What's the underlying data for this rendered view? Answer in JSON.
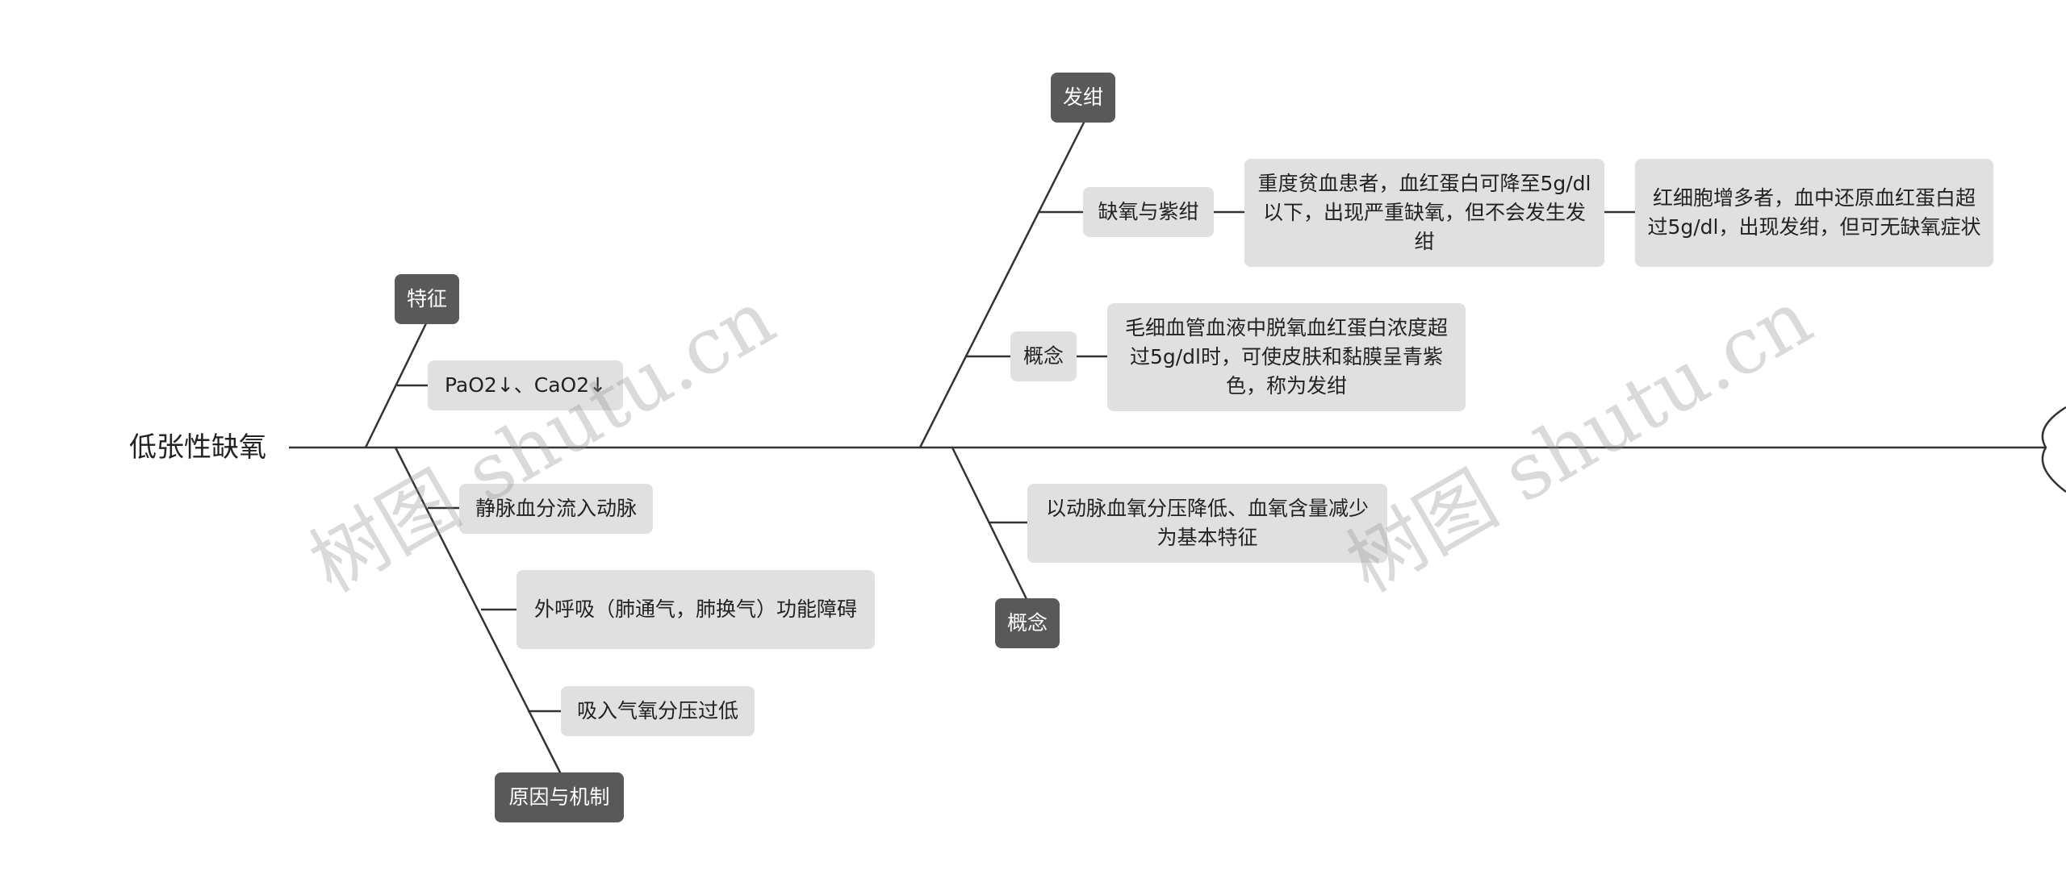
{
  "root": {
    "title": "低张性缺氧"
  },
  "branches": {
    "features": {
      "label": "特征",
      "items": [
        "PaO2↓、CaO2↓"
      ]
    },
    "causes": {
      "label": "原因与机制",
      "items": [
        "静脉血分流入动脉",
        "外呼吸（肺通气，肺换气）功能障碍",
        "吸入气氧分压过低"
      ]
    },
    "cyanosis": {
      "label": "发绀",
      "hypoxia_and_cyanosis": {
        "label": "缺氧与紫绀",
        "detail_1": "重度贫血患者，血红蛋白可降至5g/dl以下，出现严重缺氧，但不会发生发绀",
        "detail_2": "红细胞增多者，血中还原血红蛋白超过5g/dl，出现发绀，但可无缺氧症状"
      },
      "concept": {
        "label": "概念",
        "detail": "毛细血管血液中脱氧血红蛋白浓度超过5g/dl时，可使皮肤和黏膜呈青紫色，称为发绀"
      }
    },
    "concept": {
      "label": "概念",
      "detail": "以动脉血氧分压降低、血氧含量减少为基本特征"
    }
  },
  "watermark": {
    "text": "树图 shutu.cn"
  },
  "colors": {
    "line": "#333333",
    "dark_node": "#595959",
    "light_node": "#e0e0e0"
  }
}
